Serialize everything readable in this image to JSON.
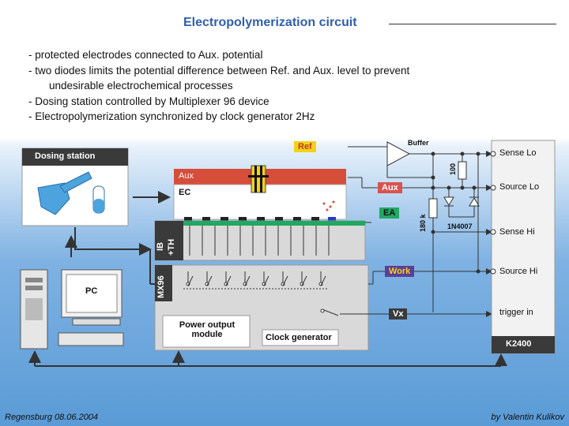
{
  "title": "Electropolymerization circuit",
  "bullets": [
    "- protected electrodes connected to Aux. potential",
    "- two diodes limits the potential difference between Ref. and Aux. level to prevent",
    "undesirable electrochemical processes",
    "- Dosing station controlled by Multiplexer 96 device",
    "- Electropolymerization synchronized by clock generator 2Hz"
  ],
  "diagram": {
    "dosing_station": "Dosing station",
    "aux_plate": "Aux",
    "ec_plate": "EC",
    "ib_th": [
      "IB",
      "+TH"
    ],
    "mx96": "MX96",
    "pc": "PC",
    "power_output": [
      "Power output",
      "module"
    ],
    "clock_generator": "Clock generator",
    "ref_tag": "Ref",
    "aux_tag": "Aux",
    "ea_tag": "EA",
    "work_tag": "Work",
    "vx_tag": "Vx",
    "buffer": "Buffer",
    "resistor_100": "100",
    "resistor_180k": "180 k",
    "diode": "1N4007",
    "k2400_terminals": [
      "Sense Lo",
      "Source Lo",
      "Sense Hi",
      "Source Hi",
      "trigger in"
    ],
    "k2400": "K2400",
    "colors": {
      "ref_tag": "#f2d21a",
      "aux_tag": "#d9534f",
      "ea_tag": "#22a862",
      "work_tag": "#5d3f96",
      "title": "#2f5fae"
    }
  },
  "footer": {
    "left": "Regensburg 08.06.2004",
    "right": "by Valentin Kulikov"
  }
}
